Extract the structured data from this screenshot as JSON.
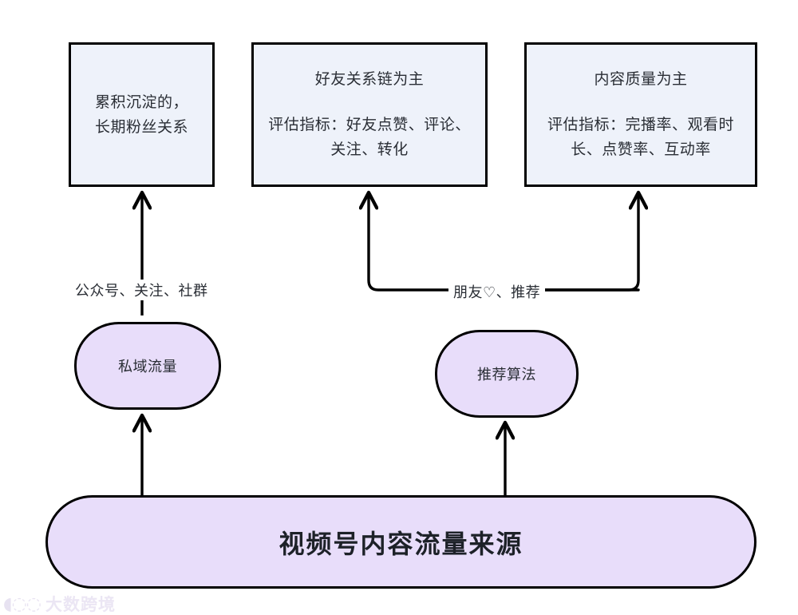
{
  "diagram": {
    "title": "视频号内容流量来源",
    "colors": {
      "rect_fill": "#eef2fa",
      "pill_fill": "#e8ddfa",
      "stroke": "#000000",
      "text": "#2a2e35",
      "watermark": "#c4b4de",
      "background": "#ffffff"
    },
    "nodes": {
      "accumulated": {
        "line1": "累积沉淀的，",
        "line2": "长期粉丝关系"
      },
      "friend_chain": {
        "title": "好友关系链为主",
        "detail_line1": "评估指标：好友点赞、评论、",
        "detail_line2": "关注、转化"
      },
      "content_quality": {
        "title": "内容质量为主",
        "detail_line1": "评估指标：完播率、观看时",
        "detail_line2": "长、点赞率、互动率"
      },
      "private_traffic": {
        "label": "私域流量"
      },
      "recommend_algorithm": {
        "label": "推荐算法"
      },
      "source": {
        "label": "视频号内容流量来源"
      }
    },
    "edge_labels": {
      "private_sources": "公众号、关注、社群",
      "friend_recommend": "朋友♡、推荐"
    },
    "watermark": {
      "mark": "◖◌◌",
      "text": "大数跨境"
    }
  }
}
